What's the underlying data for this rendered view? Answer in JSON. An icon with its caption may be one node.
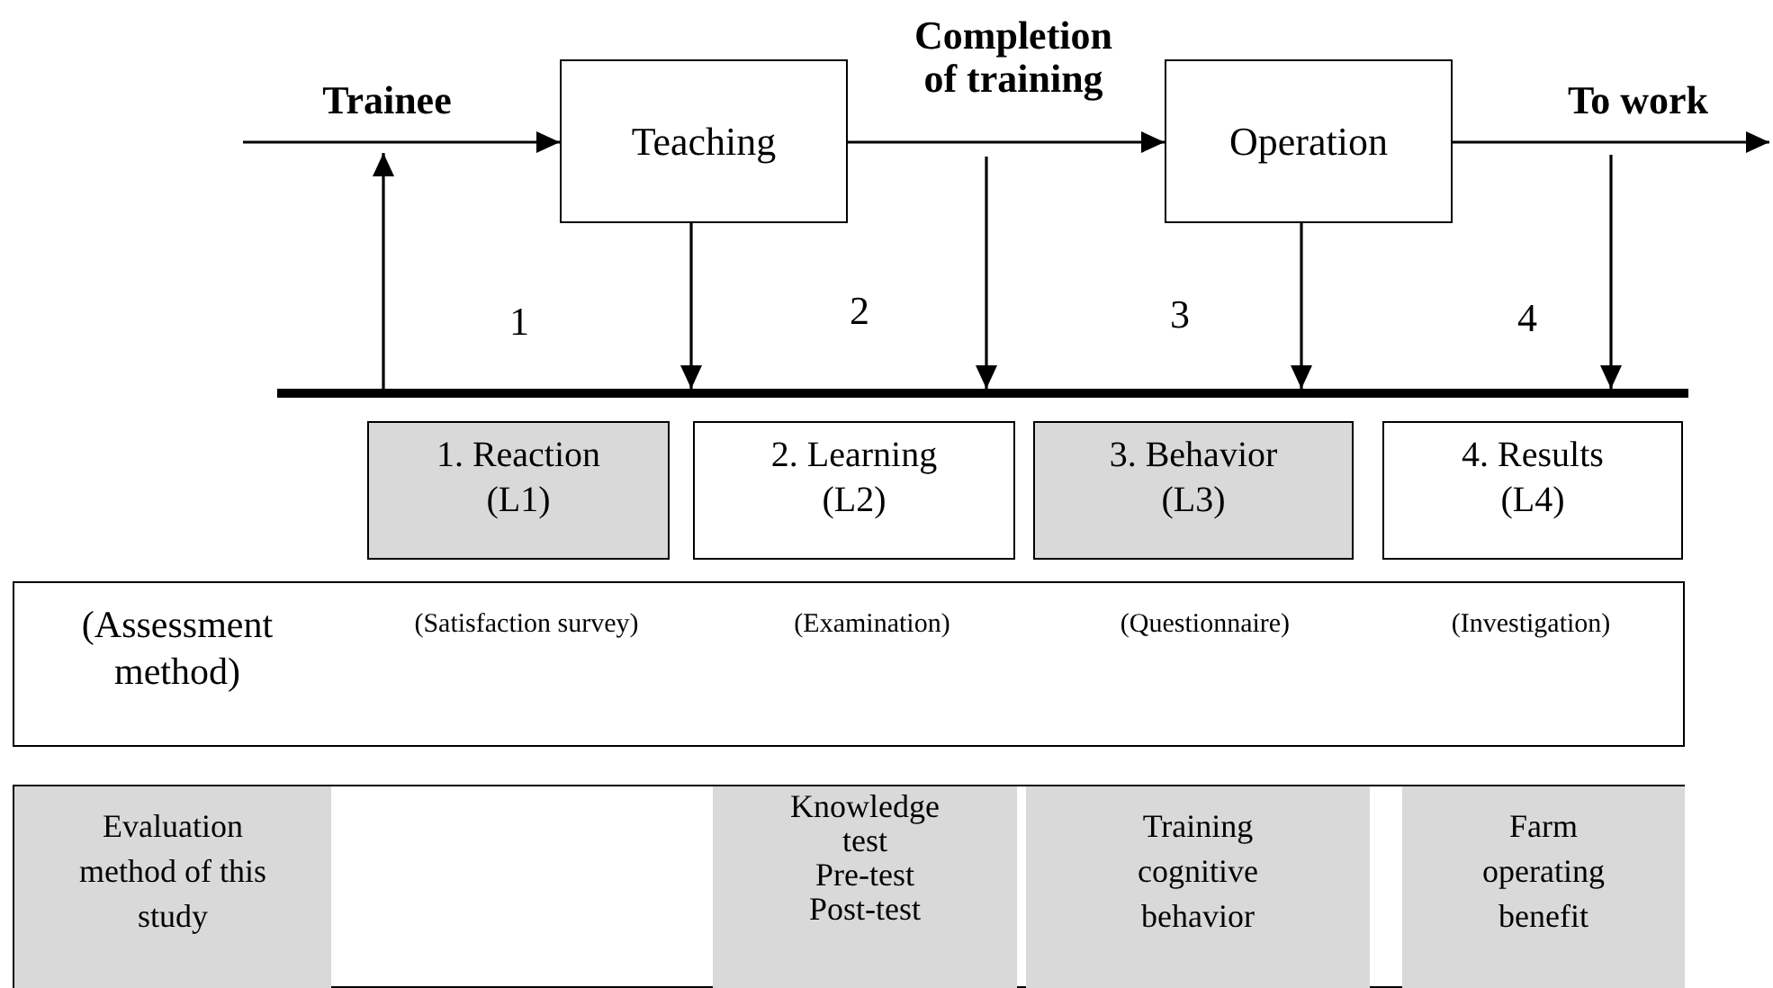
{
  "diagram": {
    "nodes": [
      {
        "text": [
          "Teaching"
        ]
      },
      {
        "text": [
          "Operation"
        ]
      },
      {
        "text": [],
        "shape": "bar"
      },
      {
        "text": [
          "1. Reaction (L1)"
        ]
      },
      {
        "text": [
          "2. Learning (L2)"
        ]
      },
      {
        "text": [
          "3. Behavior (L3)"
        ]
      },
      {
        "text": [
          "4. Results (L4)"
        ]
      },
      {
        "text": [
          "(Assessment method)",
          "(Satisfaction survey)",
          "(Examination)",
          "(Questionnaire)",
          "(Investigation)"
        ]
      },
      {
        "text": [],
        "shape": "box"
      },
      {
        "text": [
          "Evaluation method of this study"
        ],
        "in": 8
      },
      {
        "text": [
          "Knowledge test",
          "Pre-test",
          "Post-test"
        ],
        "in": 8
      },
      {
        "text": [
          "Training cognitive behavior"
        ],
        "in": 8
      },
      {
        "text": [
          "Farm operating benefit"
        ],
        "in": 8
      }
    ],
    "edges": [
      {
        "from": null,
        "to": 0,
        "arrow": "to",
        "label": "Trainee"
      },
      {
        "from": 0,
        "to": 1,
        "arrow": "to",
        "label": "Completion of training"
      },
      {
        "from": 1,
        "to": null,
        "arrow": "to",
        "label": "To work"
      },
      {
        "from": 2,
        "to": null,
        "arrow": "to"
      },
      {
        "from": 0,
        "to": 2,
        "arrow": "to"
      },
      {
        "from": null,
        "to": 2,
        "arrow": "to"
      },
      {
        "from": 1,
        "to": 2,
        "arrow": "to"
      },
      {
        "from": null,
        "to": 2,
        "arrow": "to"
      }
    ],
    "labels": [
      "1",
      "2",
      "3",
      "4"
    ]
  }
}
